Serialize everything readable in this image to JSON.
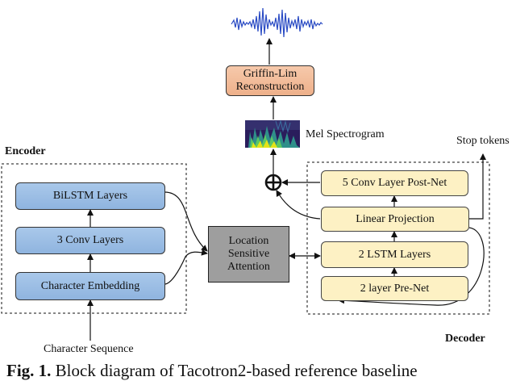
{
  "encoder": {
    "title": "Encoder",
    "bilstm": "BiLSTM Layers",
    "conv": "3 Conv Layers",
    "embedding": "Character Embedding"
  },
  "input_label": "Character Sequence",
  "attention": {
    "line1": "Location",
    "line2": "Sensitive",
    "line3": "Attention"
  },
  "decoder": {
    "title": "Decoder",
    "postnet": "5 Conv Layer Post-Net",
    "linear": "Linear Projection",
    "lstm": "2 LSTM Layers",
    "prenet": "2 layer Pre-Net"
  },
  "stop_tokens": "Stop tokens",
  "mel_spectrogram": "Mel Spectrogram",
  "griffin": {
    "line1": "Griffin-Lim",
    "line2": "Reconstruction"
  },
  "caption": {
    "label": "Fig. 1.",
    "text": "Block diagram of Tacotron2-based reference baseline"
  },
  "colors": {
    "encoder_block": "#9dbfe6",
    "decoder_block": "#fdf1c4",
    "attention_block": "#9e9e9e",
    "griffin_block": "#f2bd9a"
  }
}
